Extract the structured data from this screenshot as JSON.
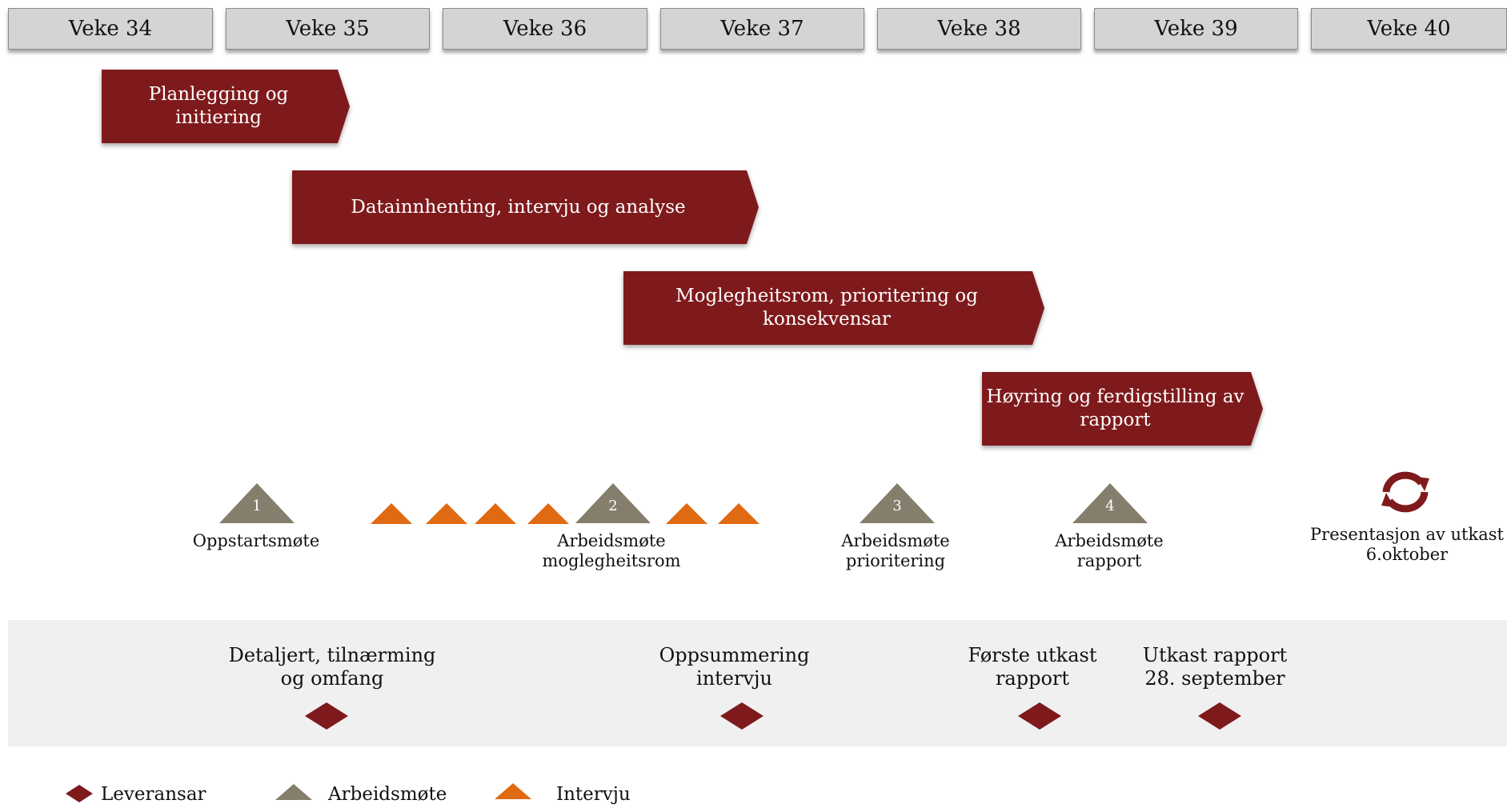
{
  "weeks": [
    "Veke 34",
    "Veke 35",
    "Veke 36",
    "Veke 37",
    "Veke 38",
    "Veke 39",
    "Veke 40"
  ],
  "phases": [
    {
      "label": "Planlegging og\ninitiering"
    },
    {
      "label": "Datainnhenting, intervju og analyse"
    },
    {
      "label": "Moglegheitsrom, prioritering og\nkonsekvensar"
    },
    {
      "label": "Høyring og ferdigstilling av\nrapport"
    }
  ],
  "meetings": [
    {
      "number": "1",
      "label": "Oppstartsmøte"
    },
    {
      "number": "2",
      "label": "Arbeidsmøte\nmoglegheitsrom"
    },
    {
      "number": "3",
      "label": "Arbeidsmøte\nprioritering"
    },
    {
      "number": "4",
      "label": "Arbeidsmøte\nrapport"
    }
  ],
  "presentation": {
    "label": "Presentasjon av utkast\n6.oktober",
    "icon": "cycle-arrows-icon"
  },
  "deliverables": [
    {
      "label": "Detaljert, tilnærming\nog omfang"
    },
    {
      "label": "Oppsummering\nintervju"
    },
    {
      "label": "Første utkast\nrapport"
    },
    {
      "label": "Utkast rapport\n28. september"
    }
  ],
  "legend": {
    "deliverable": "Leveransar",
    "meeting": "Arbeidsmøte",
    "interview": "Intervju"
  },
  "colors": {
    "phase": "#7f1a1c",
    "meeting": "#857e6c",
    "interview": "#e06a12",
    "deliverable": "#7f1a1c",
    "week_header": "#d4d4d4",
    "deliverable_band": "#f0f0f0"
  }
}
